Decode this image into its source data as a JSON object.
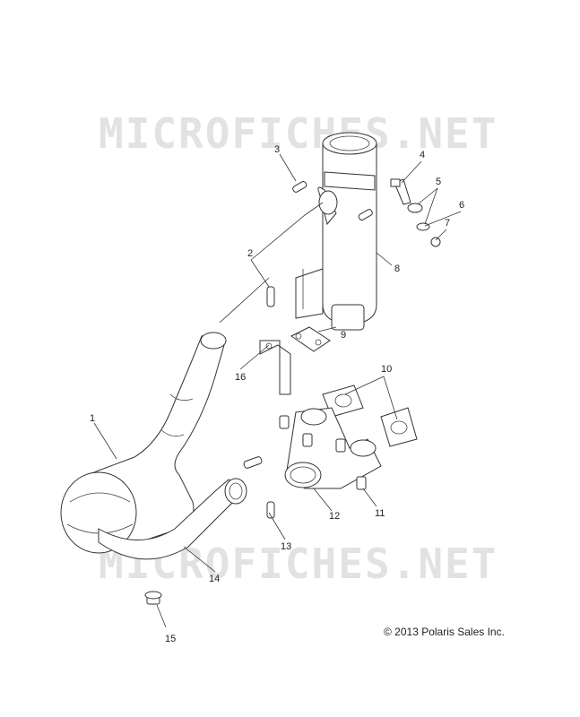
{
  "watermark": "MICROFICHES.NET",
  "copyright": "© 2013 Polaris Sales Inc.",
  "callouts": [
    "1",
    "2",
    "3",
    "4",
    "5",
    "6",
    "7",
    "8",
    "9",
    "10",
    "11",
    "12",
    "13",
    "14",
    "15",
    "16"
  ]
}
